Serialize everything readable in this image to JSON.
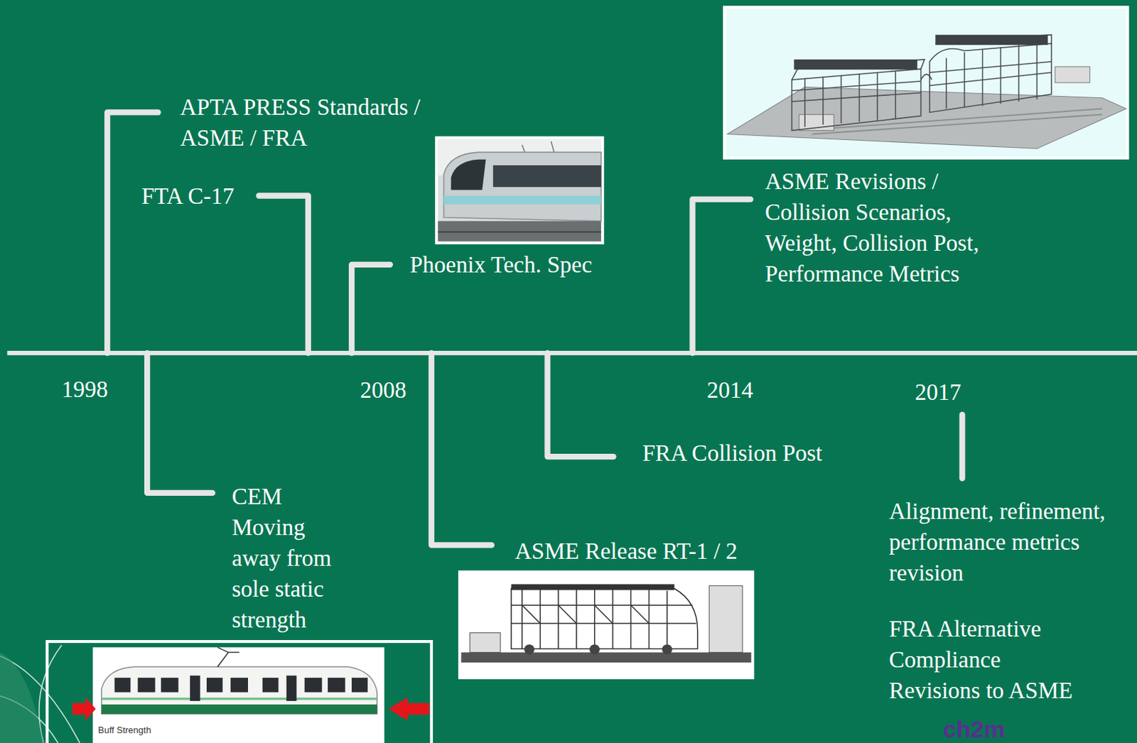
{
  "diagram": {
    "labels": [
      "APTA PRESS Standards / ASME / FRA",
      "FTA C-17",
      "Phoenix Tech. Spec",
      "ASME Revisions / Collision Scenarios, Weight, Collision Post, Performance Metrics",
      "1998",
      "2008",
      "2014",
      "2017",
      "CEM Moving away from sole static strength",
      "FRA Collision Post",
      "ASME Release RT-1 / 2",
      "Alignment, refinement, performance metrics revision",
      "FRA Alternative Compliance Revisions to ASME",
      "Buff Strength",
      "ch2m"
    ]
  }
}
